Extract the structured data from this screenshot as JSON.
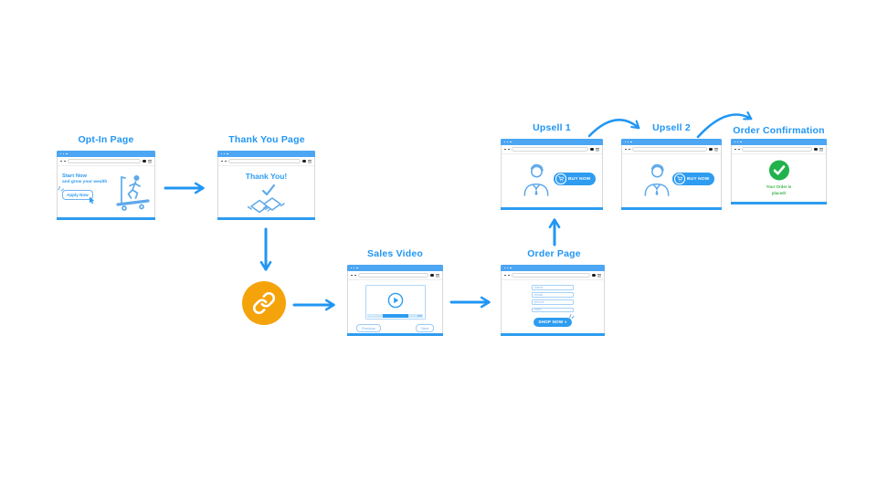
{
  "colors": {
    "accent_blue": "#2196F3",
    "titlebar_blue": "#4DA6F3",
    "lineart_blue": "#5FA9EA",
    "form_blue": "#A6D1F7",
    "orange": "#F5A30B",
    "green": "#22B24C"
  },
  "nodes": {
    "optin": {
      "title": "Opt-In Page",
      "line1": "Start Now",
      "line2": "and grow your wealth",
      "button": "Apply Now"
    },
    "thankyou": {
      "title": "Thank You Page",
      "heading": "Thank You!"
    },
    "salesvideo": {
      "title": "Sales Video",
      "prev_button": "Previous",
      "next_button": "Next"
    },
    "orderpage": {
      "title": "Order Page",
      "fields": [
        "name",
        "email",
        "phone",
        "card"
      ],
      "button": "SHOP NOW »"
    },
    "upsell1": {
      "title": "Upsell 1",
      "button": "BUY NOW"
    },
    "upsell2": {
      "title": "Upsell 2",
      "button": "BUY NOW"
    },
    "confirmation": {
      "title": "Order Confirmation",
      "message_line1": "Your Order is",
      "message_line2": "placed!"
    }
  }
}
